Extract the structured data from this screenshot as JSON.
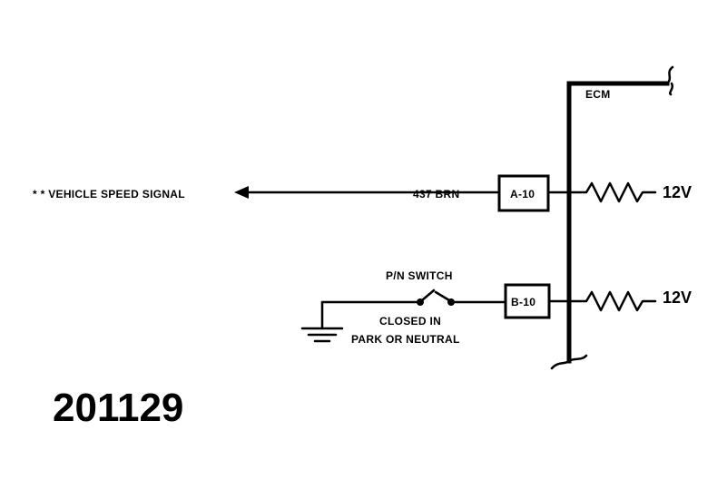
{
  "figure_number": "201129",
  "ecm_label": "ECM",
  "vss_label": "* * VEHICLE SPEED SIGNAL",
  "wire_label": "437 BRN",
  "terminal_a": "A-10",
  "terminal_b": "B-10",
  "voltage_a": "12V",
  "voltage_b": "12V",
  "switch_label": "P/N SWITCH",
  "switch_note_line1": "CLOSED IN",
  "switch_note_line2": "PARK OR NEUTRAL",
  "colors": {
    "ink": "#000000",
    "background": "#ffffff"
  }
}
